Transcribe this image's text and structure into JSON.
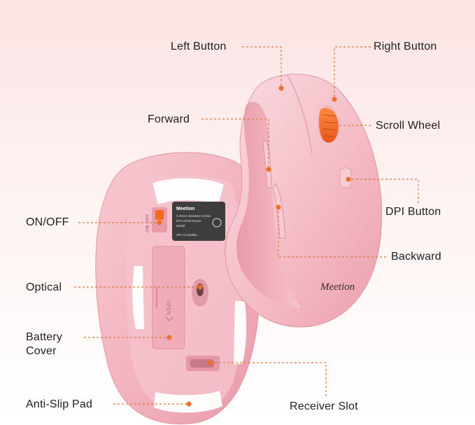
{
  "labels": {
    "left_button": "Left Button",
    "right_button": "Right Button",
    "forward": "Forward",
    "scroll_wheel": "Scroll Wheel",
    "dpi_button": "DPI Button",
    "on_off": "ON/OFF",
    "backward": "Backward",
    "optical": "Optical",
    "battery_cover_line1": "Battery",
    "battery_cover_line2": "Cover",
    "anti_slip_pad": "Anti-Slip Pad",
    "receiver_slot": "Receiver Slot"
  },
  "product": {
    "brand_logo": "Meetion",
    "sticker_brand": "Meetion",
    "sticker_lines": [
      "2.4GHz Wireless Combo",
      "MT-C4105 Mouse",
      "Model:",
      "S/N: CC26368..."
    ],
    "switch_text": "ON OFF",
    "cover_text": "OPEN"
  },
  "colors": {
    "body_pink": "#f4b9c3",
    "accent_orange": "#f06a22",
    "leader_line": "#d9783a",
    "text": "#1f1f1f"
  }
}
